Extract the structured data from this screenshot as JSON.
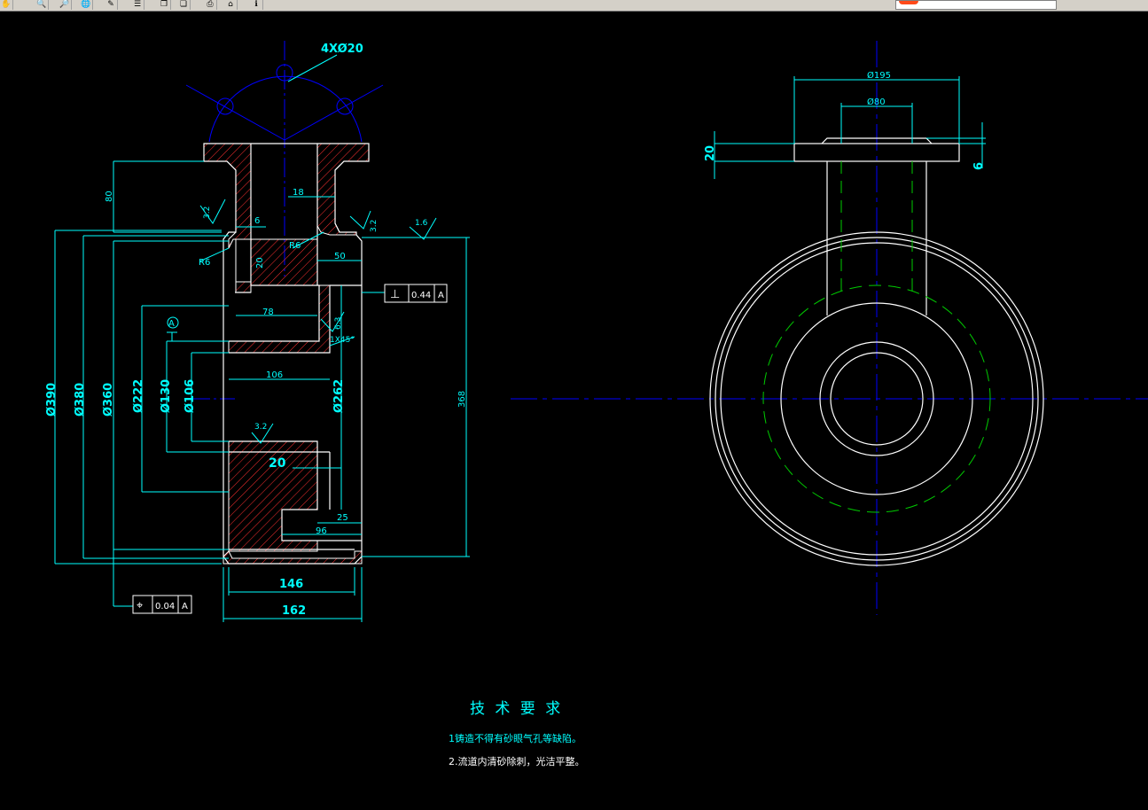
{
  "toolbar": {
    "buttons": [
      {
        "icon": "pan-icon",
        "glyph": "✋"
      },
      {
        "icon": "zoom-in-icon",
        "glyph": "🔍"
      },
      {
        "icon": "zoom-out-icon",
        "glyph": "🔎"
      },
      {
        "icon": "globe-icon",
        "glyph": "🌐"
      },
      {
        "icon": "measure-icon",
        "glyph": "✎"
      },
      {
        "icon": "layers-icon",
        "glyph": "☰"
      },
      {
        "icon": "copy-icon",
        "glyph": "❐"
      },
      {
        "icon": "paste-icon",
        "glyph": "❏"
      },
      {
        "icon": "print-icon",
        "glyph": "⎙"
      },
      {
        "icon": "home-icon",
        "glyph": "⌂"
      },
      {
        "icon": "info-icon",
        "glyph": "ℹ"
      }
    ]
  },
  "colors": {
    "background": "#000000",
    "outline": "#ffffff",
    "dimension": "#00ffff",
    "centerline": "#0000ff",
    "hatch": "#ff3030",
    "hidden": "#00cc00",
    "note": "#00ffff"
  },
  "section_view": {
    "holes_label": "4XØ20",
    "dims": {
      "d390": "Ø390",
      "d380": "Ø380",
      "d360": "Ø360",
      "d222": "Ø222",
      "d130": "Ø130",
      "d106": "Ø106",
      "d262": "Ø262",
      "h368": "368",
      "h80": "80",
      "w18": "18",
      "w50": "50",
      "w6": "6",
      "w20a": "20",
      "w78": "78",
      "w106": "106",
      "w20b": "20",
      "w25": "25",
      "w96": "96",
      "w146": "146",
      "w162": "162",
      "r6a": "R6",
      "r6b": "R6",
      "chamfer": "1X45°"
    },
    "roughness": {
      "r1": "3.2",
      "r2": "3.2",
      "r3": "1.6",
      "r4": "6.3",
      "r5": "3.2"
    },
    "datum_label": "A",
    "perp_tolerance": {
      "symbol": "⊥",
      "value": "0.44",
      "datum": "A"
    },
    "pos_tolerance": {
      "symbol": "⌖",
      "value": "0.04",
      "datum": "A"
    }
  },
  "front_view": {
    "dims": {
      "d195": "Ø195",
      "d80": "Ø80",
      "h20": "20",
      "h6": "6"
    }
  },
  "notes": {
    "title": "技 术 要 求",
    "line1": "1铸造不得有砂眼气孔等缺陷。",
    "line2": "2.流道内清砂除刺，光洁平整。"
  }
}
